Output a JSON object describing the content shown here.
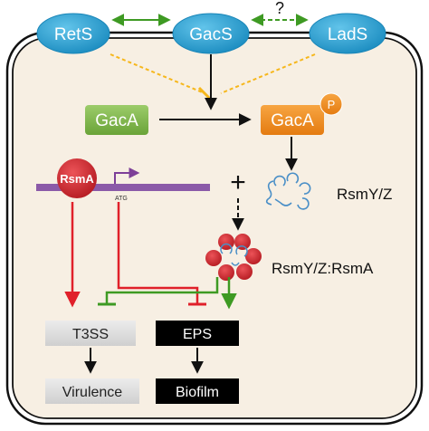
{
  "sensors": {
    "rets": "RetS",
    "gacs": "GacS",
    "lads": "LadS",
    "unknown_mark": "?"
  },
  "regulators": {
    "gaca": "GacA",
    "gaca_phospho": "GacA",
    "phospho_label": "P",
    "rsma": "RsmA",
    "atg": "ATG"
  },
  "rna": {
    "rsmyz": "RsmY/Z",
    "complex": "RsmY/Z:RsmA",
    "plus": "+"
  },
  "outputs": {
    "t3ss": "T3SS",
    "eps": "EPS",
    "virulence": "Virulence",
    "biofilm": "Biofilm"
  },
  "colors": {
    "sensor_fill": "#2aa3d4",
    "gaca_green": "#7ab648",
    "gaca_orange": "#f08a1c",
    "rsma_red": "#d2232a",
    "dna_purple": "#8b5aa8",
    "activate_green": "#3e9a23",
    "inhibit_red": "#e0202a",
    "dashed_yellow": "#f6b71c",
    "cell_fill": "#f7efe3",
    "box_gray": "#d9d9d9",
    "box_black": "#000000",
    "rna_blue": "#4a8fc7"
  }
}
